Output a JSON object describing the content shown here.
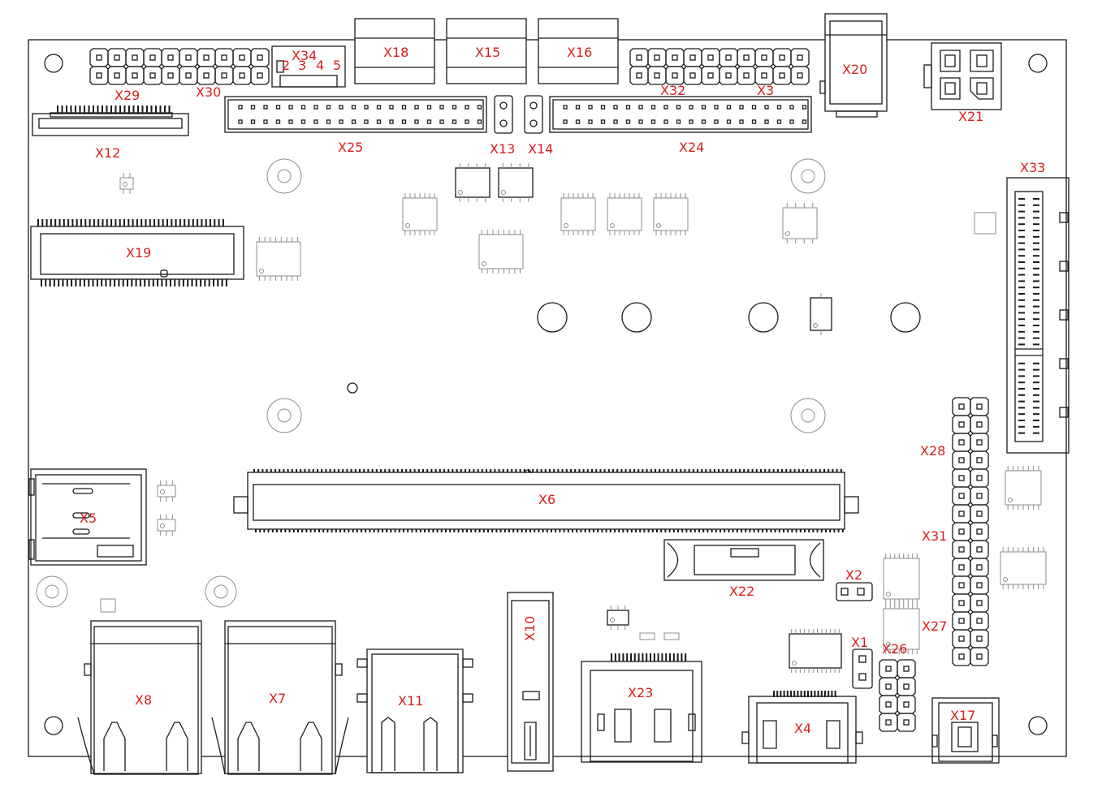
{
  "diagram": {
    "labels": {
      "X1": "X1",
      "X2": "X2",
      "X3": "X3",
      "X4": "X4",
      "X5": "X5",
      "X6": "X6",
      "X7": "X7",
      "X8": "X8",
      "X10": "X10",
      "X11": "X11",
      "X12": "X12",
      "X13": "X13",
      "X14": "X14",
      "X15": "X15",
      "X16": "X16",
      "X17": "X17",
      "X18": "X18",
      "X19": "X19",
      "X20": "X20",
      "X21": "X21",
      "X22": "X22",
      "X23": "X23",
      "X24": "X24",
      "X25": "X25",
      "X26": "X26",
      "X27": "X27",
      "X28": "X28",
      "X29": "X29",
      "X30": "X30",
      "X31": "X31",
      "X32": "X32",
      "X33": "X33",
      "X34": "X34"
    },
    "x34_pins": [
      "2",
      "3",
      "4",
      "5"
    ],
    "colors": {
      "label": "#d81e1e",
      "outline": "#1a1a1a",
      "light": "#8c8c8c"
    }
  }
}
